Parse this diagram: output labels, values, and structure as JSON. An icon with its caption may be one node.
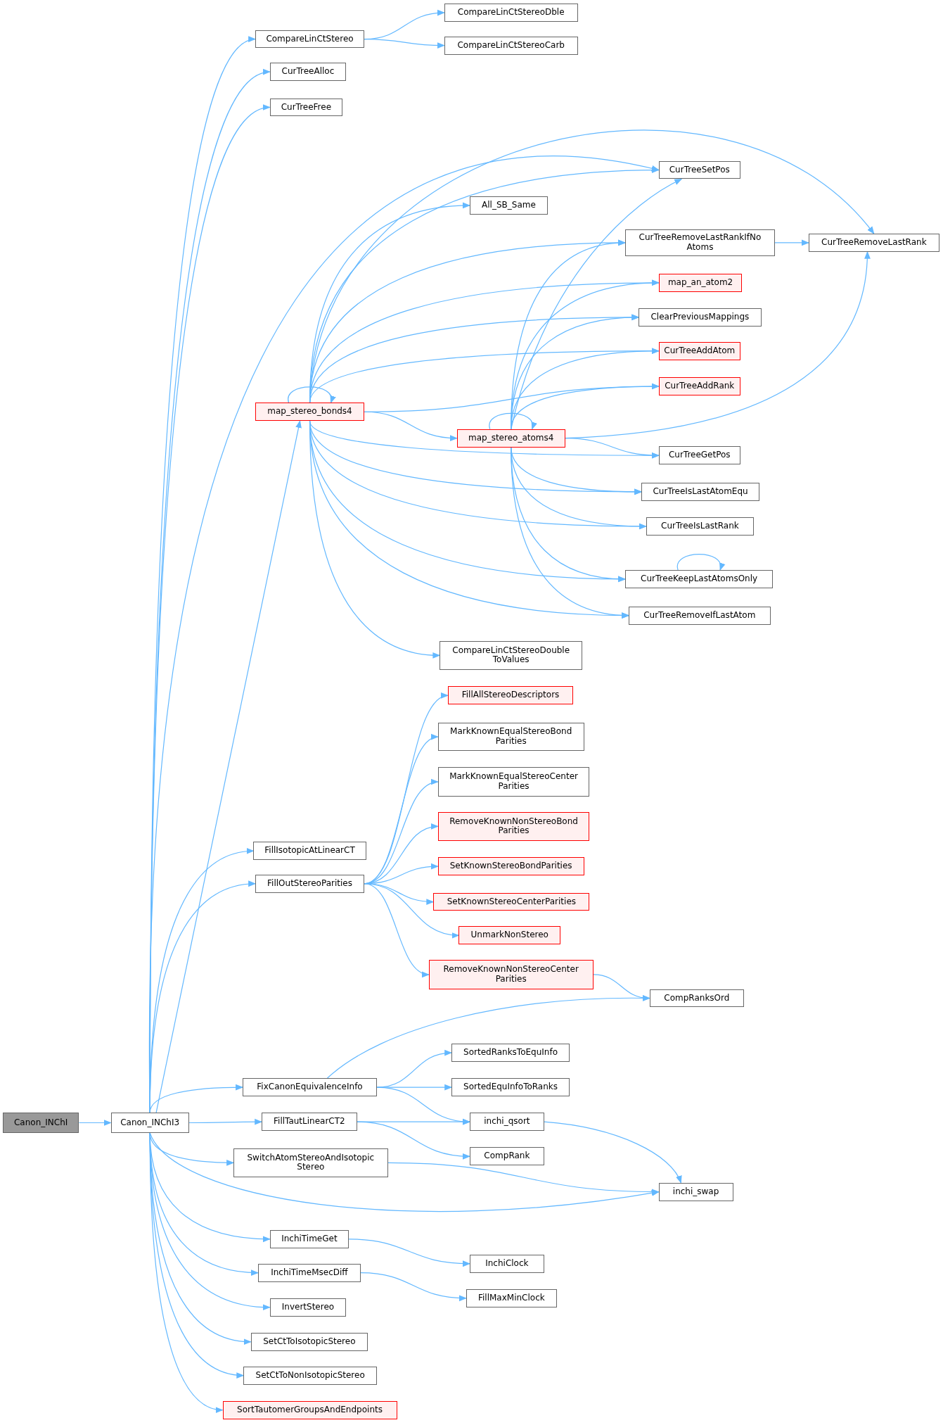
{
  "diagram": {
    "nodes": [
      {
        "text": [
          "Canon_INChI"
        ]
      },
      {
        "text": [
          "Canon_INChI3"
        ]
      },
      {
        "text": [
          "CompareLinCtStereo"
        ]
      },
      {
        "text": [
          "CompareLinCtStereoDble"
        ]
      },
      {
        "text": [
          "CompareLinCtStereoCarb"
        ]
      },
      {
        "text": [
          "CurTreeAlloc"
        ]
      },
      {
        "text": [
          "CurTreeFree"
        ]
      },
      {
        "text": [
          "CurTreeSetPos"
        ]
      },
      {
        "text": [
          "All_SB_Same"
        ]
      },
      {
        "text": [
          "CurTreeRemoveLastRankIfNo Atoms"
        ]
      },
      {
        "text": [
          "CurTreeRemoveLastRank"
        ]
      },
      {
        "text": [
          "map_an_atom2"
        ]
      },
      {
        "text": [
          "ClearPreviousMappings"
        ]
      },
      {
        "text": [
          "CurTreeAddAtom"
        ]
      },
      {
        "text": [
          "CurTreeAddRank"
        ]
      },
      {
        "text": [
          "map_stereo_bonds4"
        ]
      },
      {
        "text": [
          "map_stereo_atoms4"
        ]
      },
      {
        "text": [
          "CurTreeGetPos"
        ]
      },
      {
        "text": [
          "CurTreeIsLastAtomEqu"
        ]
      },
      {
        "text": [
          "CurTreeIsLastRank"
        ]
      },
      {
        "text": [
          "CurTreeKeepLastAtomsOnly"
        ]
      },
      {
        "text": [
          "CurTreeRemoveIfLastAtom"
        ]
      },
      {
        "text": [
          "CompareLinCtStereoDouble ToValues"
        ]
      },
      {
        "text": [
          "FillAllStereoDescriptors"
        ]
      },
      {
        "text": [
          "MarkKnownEqualStereoBond Parities"
        ]
      },
      {
        "text": [
          "MarkKnownEqualStereoCenter Parities"
        ]
      },
      {
        "text": [
          "RemoveKnownNonStereoBond Parities"
        ]
      },
      {
        "text": [
          "SetKnownStereoBondParities"
        ]
      },
      {
        "text": [
          "SetKnownStereoCenterParities"
        ]
      },
      {
        "text": [
          "UnmarkNonStereo"
        ]
      },
      {
        "text": [
          "RemoveKnownNonStereoCenter Parities"
        ]
      },
      {
        "text": [
          "CompRanksOrd"
        ]
      },
      {
        "text": [
          "FillIsotopicAtLinearCT"
        ]
      },
      {
        "text": [
          "FillOutStereoParities"
        ]
      },
      {
        "text": [
          "FixCanonEquivalenceInfo"
        ]
      },
      {
        "text": [
          "SortedRanksToEquInfo"
        ]
      },
      {
        "text": [
          "SortedEquInfoToRanks"
        ]
      },
      {
        "text": [
          "FillTautLinearCT2"
        ]
      },
      {
        "text": [
          "inchi_qsort"
        ]
      },
      {
        "text": [
          "CompRank"
        ]
      },
      {
        "text": [
          "SwitchAtomStereoAndIsotopic Stereo"
        ]
      },
      {
        "text": [
          "inchi_swap"
        ]
      },
      {
        "text": [
          "InchiTimeGet"
        ]
      },
      {
        "text": [
          "InchiClock"
        ]
      },
      {
        "text": [
          "InchiTimeMsecDiff"
        ]
      },
      {
        "text": [
          "FillMaxMinClock"
        ]
      },
      {
        "text": [
          "InvertStereo"
        ]
      },
      {
        "text": [
          "SetCtToIsotopicStereo"
        ]
      },
      {
        "text": [
          "SetCtToNonIsotopicStereo"
        ]
      },
      {
        "text": [
          "SortTautomerGroupsAndEndpoints"
        ]
      }
    ],
    "edges": [
      {
        "from": 0,
        "to": 1,
        "arrow": "to"
      },
      {
        "from": 1,
        "to": 2,
        "arrow": "to"
      },
      {
        "from": 1,
        "to": 5,
        "arrow": "to"
      },
      {
        "from": 1,
        "to": 6,
        "arrow": "to"
      },
      {
        "from": 1,
        "to": 7,
        "arrow": "to"
      },
      {
        "from": 1,
        "to": 15,
        "arrow": "to"
      },
      {
        "from": 1,
        "to": 32,
        "arrow": "to"
      },
      {
        "from": 1,
        "to": 33,
        "arrow": "to"
      },
      {
        "from": 1,
        "to": 34,
        "arrow": "to"
      },
      {
        "from": 1,
        "to": 37,
        "arrow": "to"
      },
      {
        "from": 1,
        "to": 40,
        "arrow": "to"
      },
      {
        "from": 1,
        "to": 41,
        "arrow": "to"
      },
      {
        "from": 1,
        "to": 42,
        "arrow": "to"
      },
      {
        "from": 1,
        "to": 44,
        "arrow": "to"
      },
      {
        "from": 1,
        "to": 46,
        "arrow": "to"
      },
      {
        "from": 1,
        "to": 47,
        "arrow": "to"
      },
      {
        "from": 1,
        "to": 48,
        "arrow": "to"
      },
      {
        "from": 1,
        "to": 49,
        "arrow": "to"
      },
      {
        "from": 2,
        "to": 3,
        "arrow": "to"
      },
      {
        "from": 2,
        "to": 4,
        "arrow": "to"
      },
      {
        "from": 15,
        "to": 7,
        "arrow": "to"
      },
      {
        "from": 15,
        "to": 8,
        "arrow": "to"
      },
      {
        "from": 15,
        "to": 9,
        "arrow": "to"
      },
      {
        "from": 15,
        "to": 10,
        "arrow": "to"
      },
      {
        "from": 15,
        "to": 11,
        "arrow": "to"
      },
      {
        "from": 15,
        "to": 12,
        "arrow": "to"
      },
      {
        "from": 15,
        "to": 13,
        "arrow": "to"
      },
      {
        "from": 15,
        "to": 14,
        "arrow": "to"
      },
      {
        "from": 15,
        "to": 15,
        "arrow": "to"
      },
      {
        "from": 15,
        "to": 16,
        "arrow": "to"
      },
      {
        "from": 15,
        "to": 17,
        "arrow": "to"
      },
      {
        "from": 15,
        "to": 18,
        "arrow": "to"
      },
      {
        "from": 15,
        "to": 19,
        "arrow": "to"
      },
      {
        "from": 15,
        "to": 20,
        "arrow": "to"
      },
      {
        "from": 15,
        "to": 21,
        "arrow": "to"
      },
      {
        "from": 15,
        "to": 22,
        "arrow": "to"
      },
      {
        "from": 16,
        "to": 7,
        "arrow": "to"
      },
      {
        "from": 16,
        "to": 9,
        "arrow": "to"
      },
      {
        "from": 16,
        "to": 10,
        "arrow": "to"
      },
      {
        "from": 16,
        "to": 11,
        "arrow": "to"
      },
      {
        "from": 16,
        "to": 12,
        "arrow": "to"
      },
      {
        "from": 16,
        "to": 13,
        "arrow": "to"
      },
      {
        "from": 16,
        "to": 14,
        "arrow": "to"
      },
      {
        "from": 16,
        "to": 16,
        "arrow": "to"
      },
      {
        "from": 16,
        "to": 17,
        "arrow": "to"
      },
      {
        "from": 16,
        "to": 18,
        "arrow": "to"
      },
      {
        "from": 16,
        "to": 19,
        "arrow": "to"
      },
      {
        "from": 16,
        "to": 20,
        "arrow": "to"
      },
      {
        "from": 16,
        "to": 21,
        "arrow": "to"
      },
      {
        "from": 9,
        "to": 10,
        "arrow": "to"
      },
      {
        "from": 20,
        "to": 20,
        "arrow": "to"
      },
      {
        "from": 33,
        "to": 23,
        "arrow": "to"
      },
      {
        "from": 33,
        "to": 24,
        "arrow": "to"
      },
      {
        "from": 33,
        "to": 25,
        "arrow": "to"
      },
      {
        "from": 33,
        "to": 26,
        "arrow": "to"
      },
      {
        "from": 33,
        "to": 27,
        "arrow": "to"
      },
      {
        "from": 33,
        "to": 28,
        "arrow": "to"
      },
      {
        "from": 33,
        "to": 29,
        "arrow": "to"
      },
      {
        "from": 33,
        "to": 30,
        "arrow": "to"
      },
      {
        "from": 30,
        "to": 31,
        "arrow": "to"
      },
      {
        "from": 34,
        "to": 31,
        "arrow": "to"
      },
      {
        "from": 34,
        "to": 35,
        "arrow": "to"
      },
      {
        "from": 34,
        "to": 36,
        "arrow": "to"
      },
      {
        "from": 34,
        "to": 38,
        "arrow": "to"
      },
      {
        "from": 37,
        "to": 38,
        "arrow": "to"
      },
      {
        "from": 37,
        "to": 39,
        "arrow": "to"
      },
      {
        "from": 38,
        "to": 41,
        "arrow": "to"
      },
      {
        "from": 40,
        "to": 41,
        "arrow": "to"
      },
      {
        "from": 42,
        "to": 43,
        "arrow": "to"
      },
      {
        "from": 44,
        "to": 45,
        "arrow": "to"
      }
    ]
  }
}
